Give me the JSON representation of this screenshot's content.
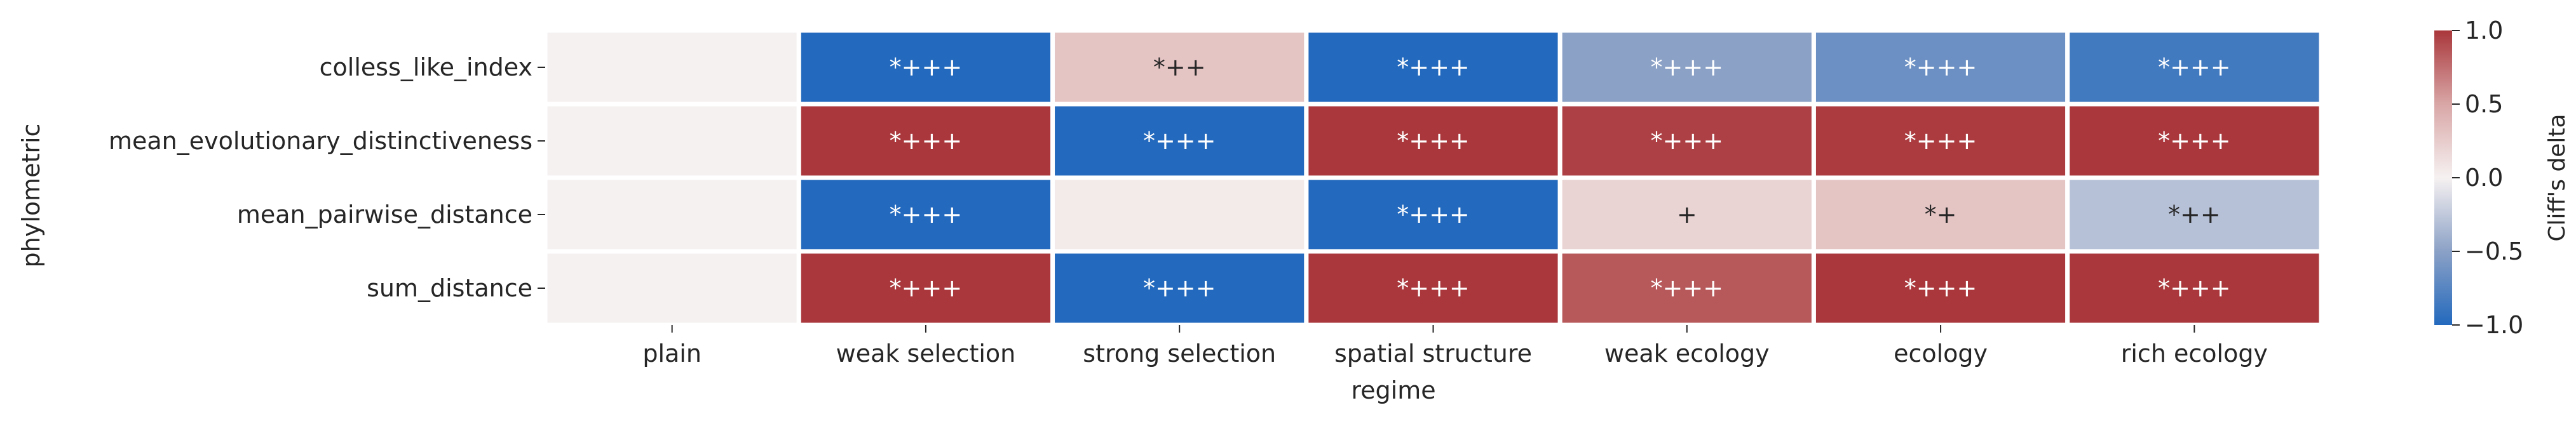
{
  "chart_data": {
    "type": "heatmap",
    "xlabel": "regime",
    "ylabel": "phylometric",
    "columns": [
      "plain",
      "weak selection",
      "strong selection",
      "spatial structure",
      "weak ecology",
      "ecology",
      "rich ecology"
    ],
    "rows": [
      "colless_like_index",
      "mean_evolutionary_distinctiveness",
      "mean_pairwise_distance",
      "sum_distance"
    ],
    "values": [
      [
        0.0,
        -1.0,
        0.3,
        -1.0,
        -0.5,
        -0.65,
        -0.85
      ],
      [
        0.0,
        1.0,
        -1.0,
        1.0,
        0.96,
        0.98,
        1.0
      ],
      [
        0.0,
        -1.0,
        0.05,
        -1.0,
        0.2,
        0.3,
        -0.3
      ],
      [
        0.0,
        1.0,
        -1.0,
        1.0,
        0.85,
        1.0,
        1.0
      ]
    ],
    "annotations": [
      [
        "",
        "*+++",
        "*++",
        "*+++",
        "*+++",
        "*+++",
        "*+++"
      ],
      [
        "",
        "*+++",
        "*+++",
        "*+++",
        "*+++",
        "*+++",
        "*+++"
      ],
      [
        "",
        "*+++",
        "",
        "*+++",
        "+",
        "*+",
        "*++"
      ],
      [
        "",
        "*+++",
        "*+++",
        "*+++",
        "*+++",
        "*+++",
        "*+++"
      ]
    ],
    "vmin": -1.0,
    "vmax": 1.0,
    "colormap": "vlag",
    "colorbar": {
      "label": "Cliff's delta",
      "ticks": [
        1.0,
        0.5,
        0.0,
        -0.5,
        -1.0
      ],
      "tick_labels": [
        "1.0",
        "0.5",
        "0.0",
        "−0.5",
        "−1.0"
      ]
    }
  }
}
